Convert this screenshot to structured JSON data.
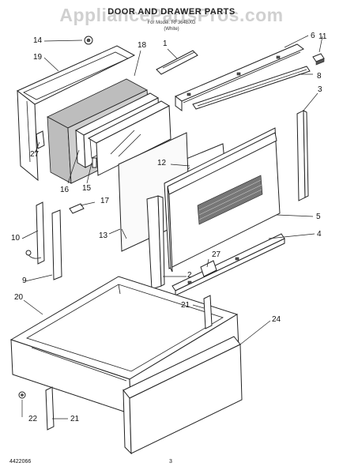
{
  "watermark": "AppliancePartsPros.com",
  "title": "DOOR AND DRAWER PARTS",
  "subtitle_1": "For Model: RF364BXG",
  "subtitle_2": "(White)",
  "footer_left": "4422066",
  "footer_page": "3",
  "callouts": {
    "c1": "1",
    "c2": "2",
    "c3": "3",
    "c4": "4",
    "c5": "5",
    "c6": "6",
    "c8": "8",
    "c9": "9",
    "c10": "10",
    "c11": "11",
    "c12": "12",
    "c13": "13",
    "c14": "14",
    "c15": "15",
    "c16": "16",
    "c17": "17",
    "c18": "18",
    "c19": "19",
    "c20": "20",
    "c21a": "21",
    "c21b": "21",
    "c22": "22",
    "c24": "24",
    "c27a": "27",
    "c27b": "27"
  }
}
